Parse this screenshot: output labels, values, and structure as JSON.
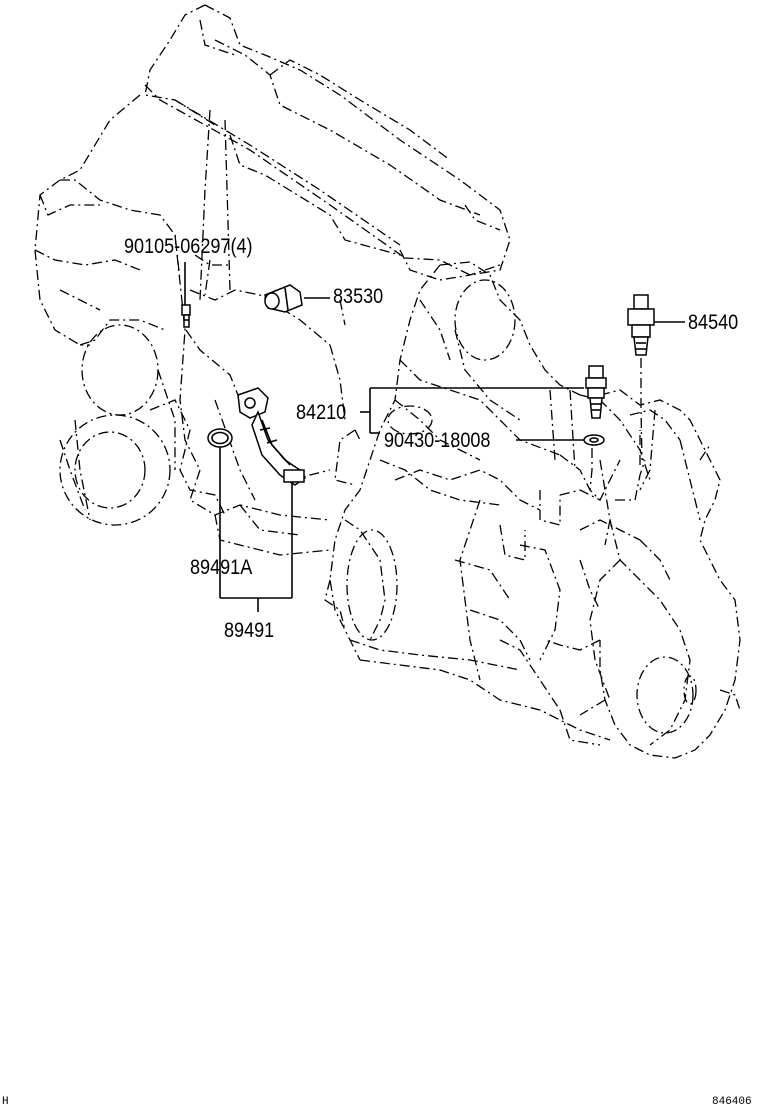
{
  "parts": {
    "bolt": "90105-06297(4)",
    "sensor_83530": "83530",
    "sensor_84540": "84540",
    "switch_84210": "84210",
    "gasket_90430": "90430-18008",
    "ring_89491A": "89491A",
    "sensor_assy_89491": "89491"
  },
  "footer": {
    "left_mark": "H",
    "figure_code": "846406"
  },
  "colors": {
    "ink": "#000000",
    "paper": "#ffffff"
  }
}
